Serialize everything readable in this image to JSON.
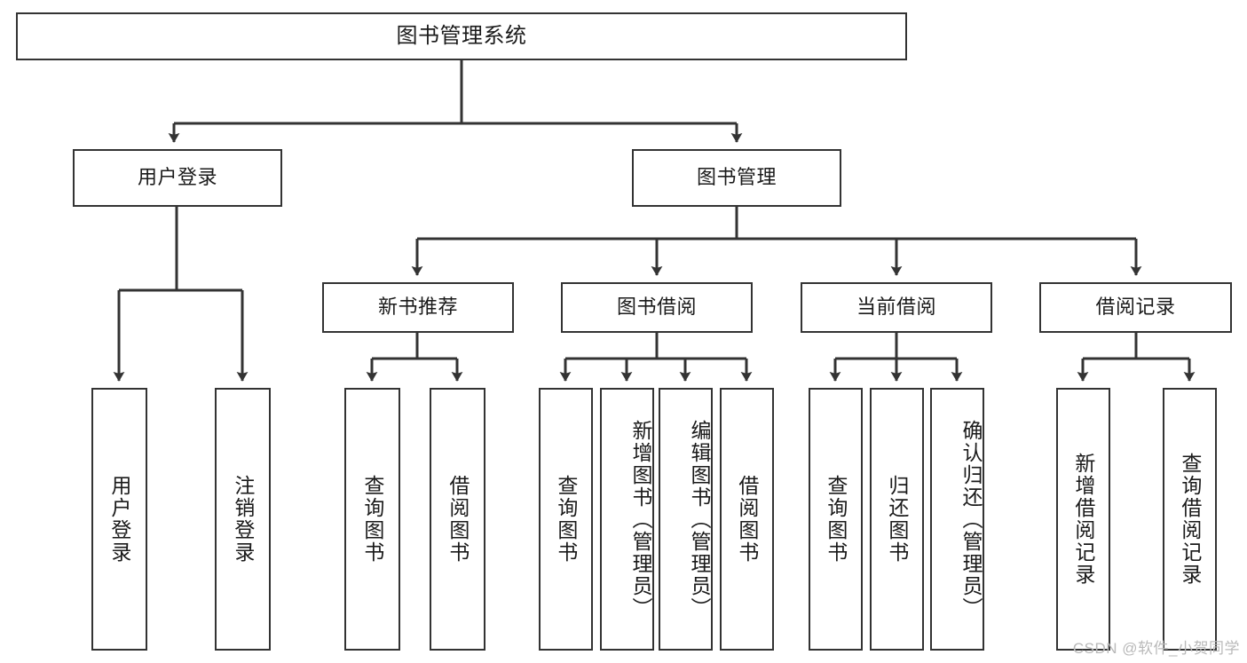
{
  "diagram": {
    "type": "tree-hierarchy-chart",
    "title": "图书管理系统",
    "root": {
      "id": "root",
      "label": "图书管理系统",
      "orientation": "horizontal"
    },
    "level2": [
      {
        "id": "user-login",
        "label": "用户登录",
        "orientation": "horizontal"
      },
      {
        "id": "book-manage",
        "label": "图书管理",
        "orientation": "horizontal"
      }
    ],
    "level3": [
      {
        "id": "new-book-recommend",
        "label": "新书推荐",
        "orientation": "horizontal",
        "parent": "book-manage"
      },
      {
        "id": "book-borrow",
        "label": "图书借阅",
        "orientation": "horizontal",
        "parent": "book-manage"
      },
      {
        "id": "current-borrow",
        "label": "当前借阅",
        "orientation": "horizontal",
        "parent": "book-manage"
      },
      {
        "id": "borrow-record",
        "label": "借阅记录",
        "orientation": "horizontal",
        "parent": "book-manage"
      }
    ],
    "leaves": [
      {
        "id": "leaf-user-login",
        "label": "用户登录",
        "parent": "user-login",
        "orientation": "vertical"
      },
      {
        "id": "leaf-user-logout",
        "label": "注销登录",
        "parent": "user-login",
        "orientation": "vertical"
      },
      {
        "id": "leaf-query-book-1",
        "label": "查询图书",
        "parent": "new-book-recommend",
        "orientation": "vertical"
      },
      {
        "id": "leaf-borrow-book-1",
        "label": "借阅图书",
        "parent": "new-book-recommend",
        "orientation": "vertical"
      },
      {
        "id": "leaf-query-book-2",
        "label": "查询图书",
        "parent": "book-borrow",
        "orientation": "vertical"
      },
      {
        "id": "leaf-add-book",
        "label": "新增图书（管理员）",
        "parent": "book-borrow",
        "orientation": "vertical"
      },
      {
        "id": "leaf-edit-book",
        "label": "编辑图书（管理员）",
        "parent": "book-borrow",
        "orientation": "vertical"
      },
      {
        "id": "leaf-borrow-book-2",
        "label": "借阅图书",
        "parent": "book-borrow",
        "orientation": "vertical"
      },
      {
        "id": "leaf-query-book-3",
        "label": "查询图书",
        "parent": "current-borrow",
        "orientation": "vertical"
      },
      {
        "id": "leaf-return-book",
        "label": "归还图书",
        "parent": "current-borrow",
        "orientation": "vertical"
      },
      {
        "id": "leaf-confirm-return",
        "label": "确认归还（管理员）",
        "parent": "current-borrow",
        "orientation": "vertical"
      },
      {
        "id": "leaf-add-record",
        "label": "新增借阅记录",
        "parent": "borrow-record",
        "orientation": "vertical"
      },
      {
        "id": "leaf-query-record",
        "label": "查询借阅记录",
        "parent": "borrow-record",
        "orientation": "vertical"
      }
    ],
    "watermark": "CSDN @软件_小贺同学",
    "colors": {
      "stroke": "#333333",
      "box_fill": "#ffffff",
      "text": "#1a1a1a",
      "watermark": "#b9b9b9",
      "background": "#ffffff"
    }
  }
}
